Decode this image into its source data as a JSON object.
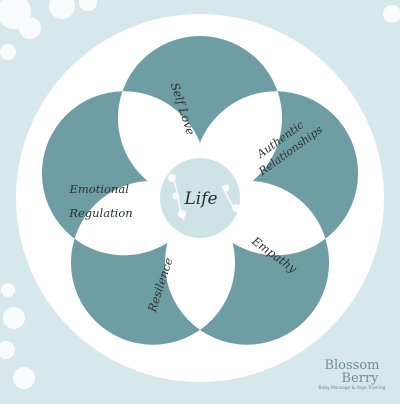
{
  "colors": {
    "background": "#d6e8ec",
    "ring_fill": "#ffffff",
    "petal_fill": "#6e9ea3",
    "lens_fill": "#ffffff",
    "center_fill": "#cfe2e6",
    "text": "#2a2f31"
  },
  "diagram": {
    "center_label": "Life",
    "petals": [
      {
        "label_lines": [
          "Self Love"
        ]
      },
      {
        "label_lines": [
          "Authentic",
          "Relationships"
        ]
      },
      {
        "label_lines": [
          "Empathy"
        ]
      },
      {
        "label_lines": [
          "Resilence"
        ]
      },
      {
        "label_lines": [
          "Emotional",
          "Regulation"
        ]
      }
    ]
  },
  "brand": {
    "name_line1": "Blossom",
    "name_line2": "Berry",
    "tagline": "Baby Massage & Yoga Training"
  }
}
